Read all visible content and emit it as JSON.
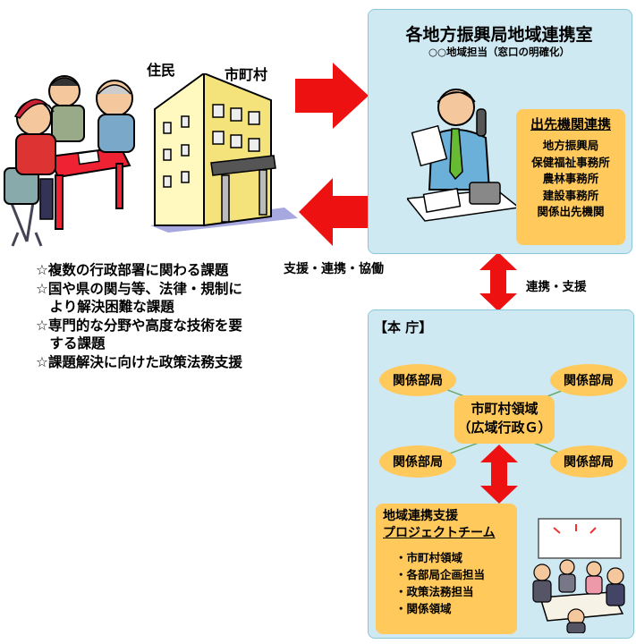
{
  "left": {
    "label_residents": "住民",
    "label_municipality": "市町村",
    "issues": [
      "☆複数の行政部署に関わる課題",
      "☆国や県の関与等、法律・規制に",
      "　より解決困難な課題",
      "☆専門的な分野や高度な技術を要",
      "　する課題",
      "☆課題解決に向けた政策法務支援"
    ]
  },
  "arrows": {
    "left_label": "支援・連携・協働",
    "vertical_label": "連携・支援"
  },
  "regional_office": {
    "title": "各地方振興局地域連携室",
    "subtitle": "○○地域担当（窓口の明確化）",
    "branch_title": "出先機関連携",
    "branch_items": [
      "地方振興局",
      "保健福祉事務所",
      "農林事務所",
      "建設事務所",
      "関係出先機関"
    ]
  },
  "headquarters": {
    "label": "【本 庁】",
    "dept_label": "関係部局",
    "center_line1": "市町村領域",
    "center_line2": "（広域行政Ｇ）",
    "team_title1": "地域連携支援",
    "team_title2": "プロジェクトチーム",
    "team_items": [
      "・市町村領域",
      "・各部局企画担当",
      "・政策法務担当",
      "・関係領域"
    ]
  },
  "colors": {
    "arrow_red": "#ee1111",
    "panel_blue": "#cfe9f3",
    "box_orange": "#ffc95c"
  }
}
